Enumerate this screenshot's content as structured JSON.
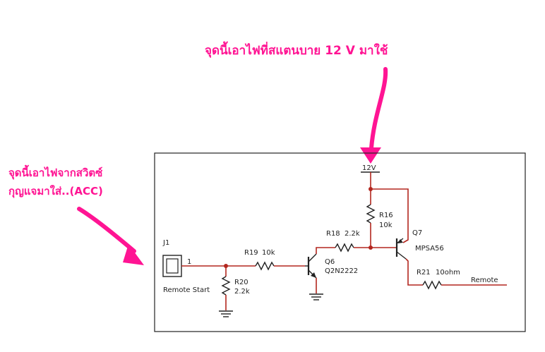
{
  "annotations": {
    "top_note": "จุดนี้เอาไฟที่สแตนบาย 12 V มาใช้",
    "left_note_line1": "จุดนี้เอาไฟจากสวิตซ์",
    "left_note_line2": "กุญแจมาใส่..(ACC)",
    "accent_color": "#ff1493"
  },
  "schematic": {
    "supply": "12V",
    "j1": {
      "ref": "J1",
      "pin": "1",
      "label": "Remote Start"
    },
    "r20": {
      "ref": "R20",
      "value": "2.2k"
    },
    "r19": {
      "ref": "R19",
      "value": "10k"
    },
    "q6": {
      "ref": "Q6",
      "part": "Q2N2222"
    },
    "r18": {
      "ref": "R18",
      "value": "2.2k"
    },
    "r16": {
      "ref": "R16",
      "value": "10k"
    },
    "q7": {
      "ref": "Q7",
      "part": "MPSA56"
    },
    "r21": {
      "ref": "R21",
      "value": "10ohm"
    },
    "output": "Remote"
  }
}
